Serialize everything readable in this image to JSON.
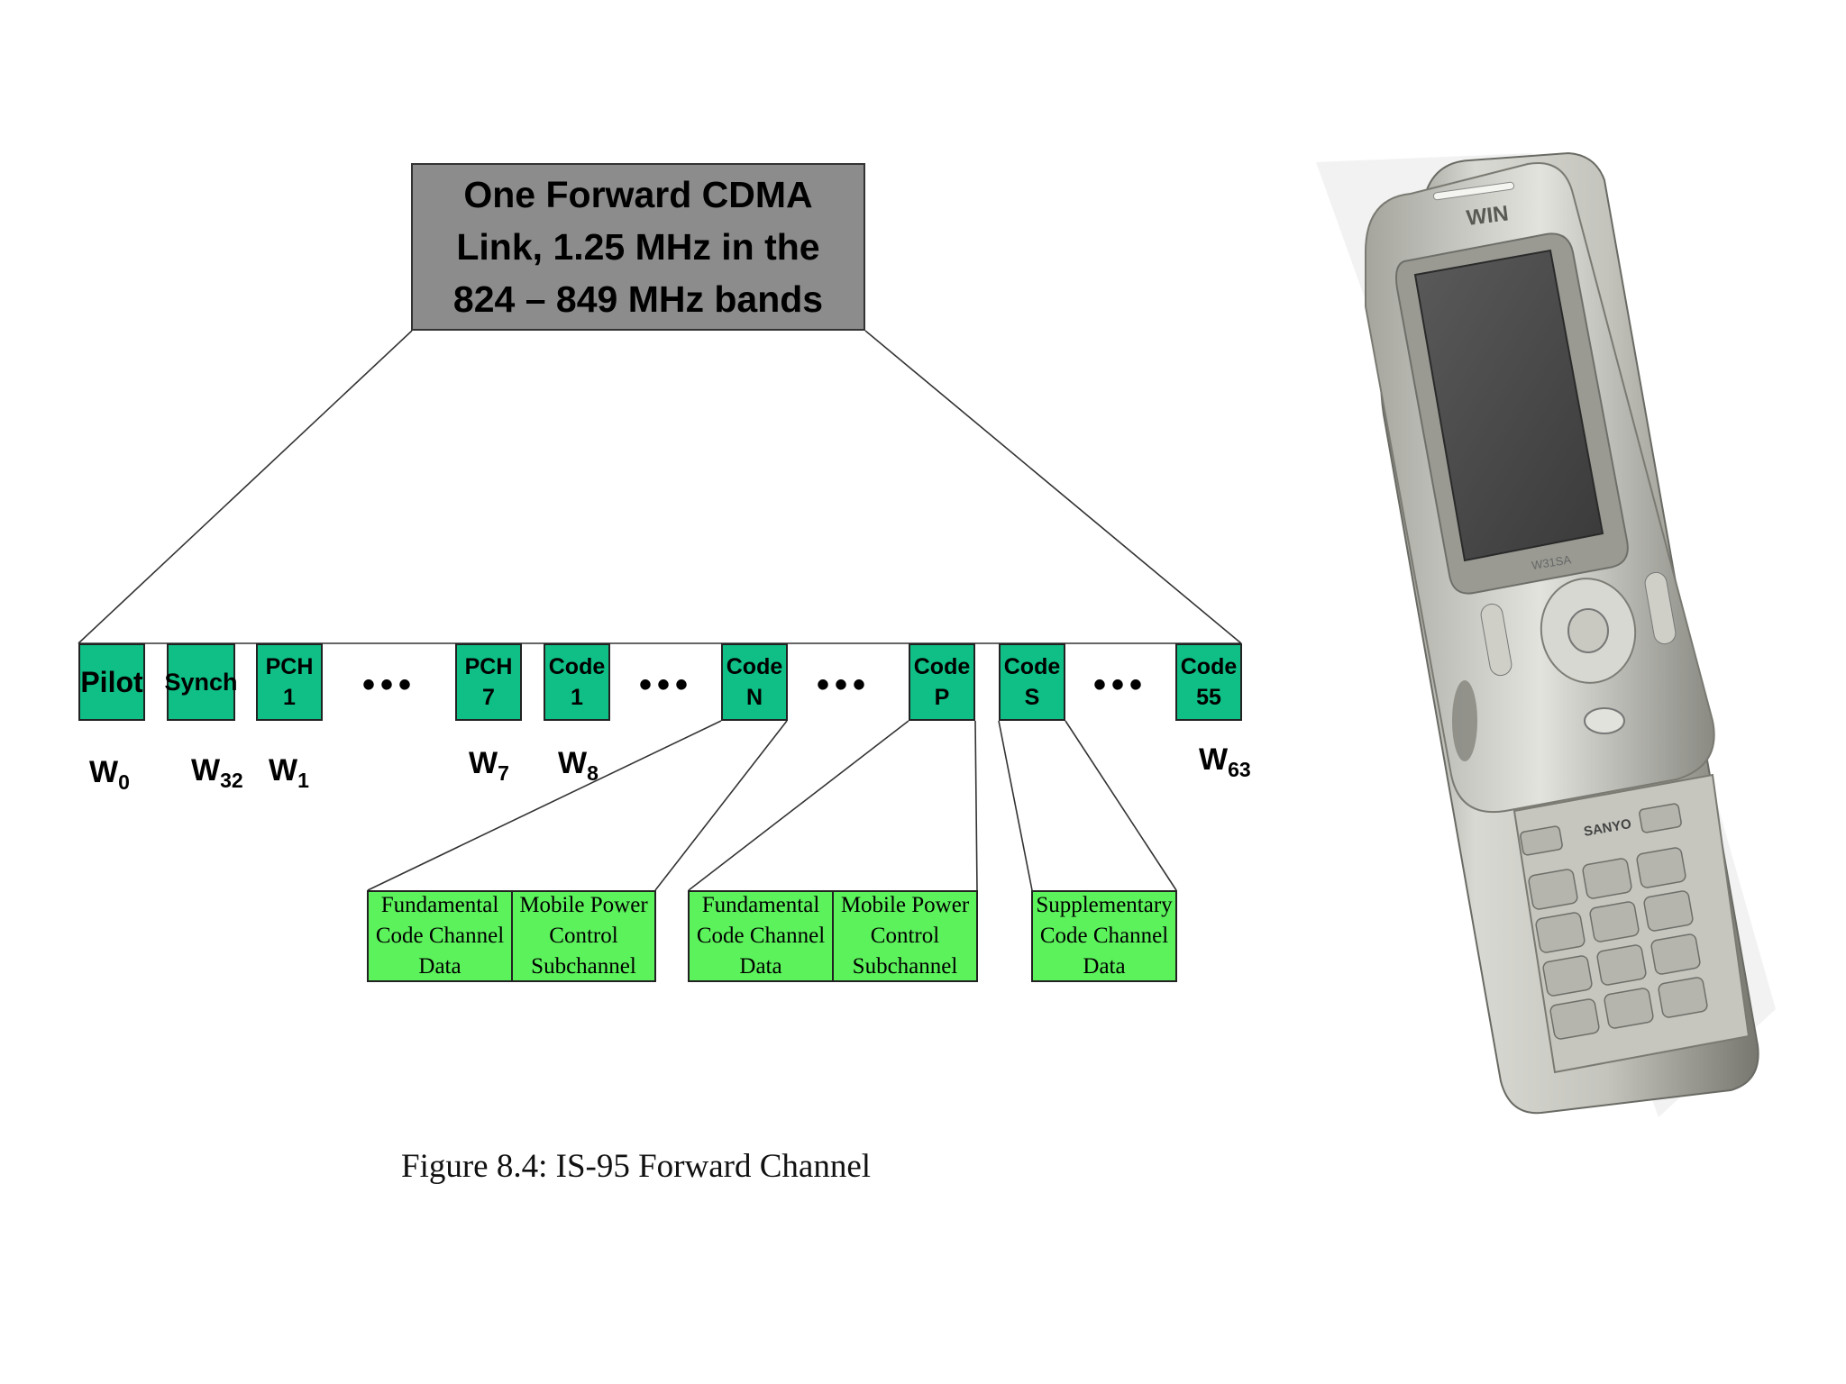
{
  "header_box": {
    "lines": [
      "One Forward CDMA",
      "Link, 1.25 MHz in the",
      "824 – 849 MHz bands"
    ]
  },
  "channels": [
    {
      "lines": [
        "Pilot"
      ]
    },
    {
      "lines": [
        "Synch"
      ]
    },
    {
      "lines": [
        "PCH",
        "1"
      ]
    },
    {
      "lines": [
        "PCH",
        "7"
      ]
    },
    {
      "lines": [
        "Code",
        "1"
      ]
    },
    {
      "lines": [
        "Code",
        "N"
      ]
    },
    {
      "lines": [
        "Code",
        "P"
      ]
    },
    {
      "lines": [
        "Code",
        "S"
      ]
    },
    {
      "lines": [
        "Code",
        "55"
      ]
    }
  ],
  "ellipsis": "•••",
  "walsh_labels": [
    {
      "base": "W",
      "sub": "0"
    },
    {
      "base": "W",
      "sub": "32"
    },
    {
      "base": "W",
      "sub": "1"
    },
    {
      "base": "W",
      "sub": "7"
    },
    {
      "base": "W",
      "sub": "8"
    },
    {
      "base": "W",
      "sub": "63"
    }
  ],
  "subchannels": [
    {
      "lines": [
        "Fundamental",
        "Code Channel",
        "Data"
      ]
    },
    {
      "lines": [
        "Mobile Power",
        "Control",
        "Subchannel"
      ]
    },
    {
      "lines": [
        "Fundamental",
        "Code Channel",
        "Data"
      ]
    },
    {
      "lines": [
        "Mobile Power",
        "Control",
        "Subchannel"
      ]
    },
    {
      "lines": [
        "Supplementary",
        "Code Channel",
        "Data"
      ]
    }
  ],
  "caption": "Figure 8.4: IS-95 Forward Channel",
  "phone": {
    "brand_top": "WIN",
    "brand_maker": "SANYO",
    "model": "W31SA"
  },
  "colors": {
    "header_fill": "#8c8c8c",
    "channel_fill": "#0fbf86",
    "subchannel_fill": "#5cf25c"
  }
}
